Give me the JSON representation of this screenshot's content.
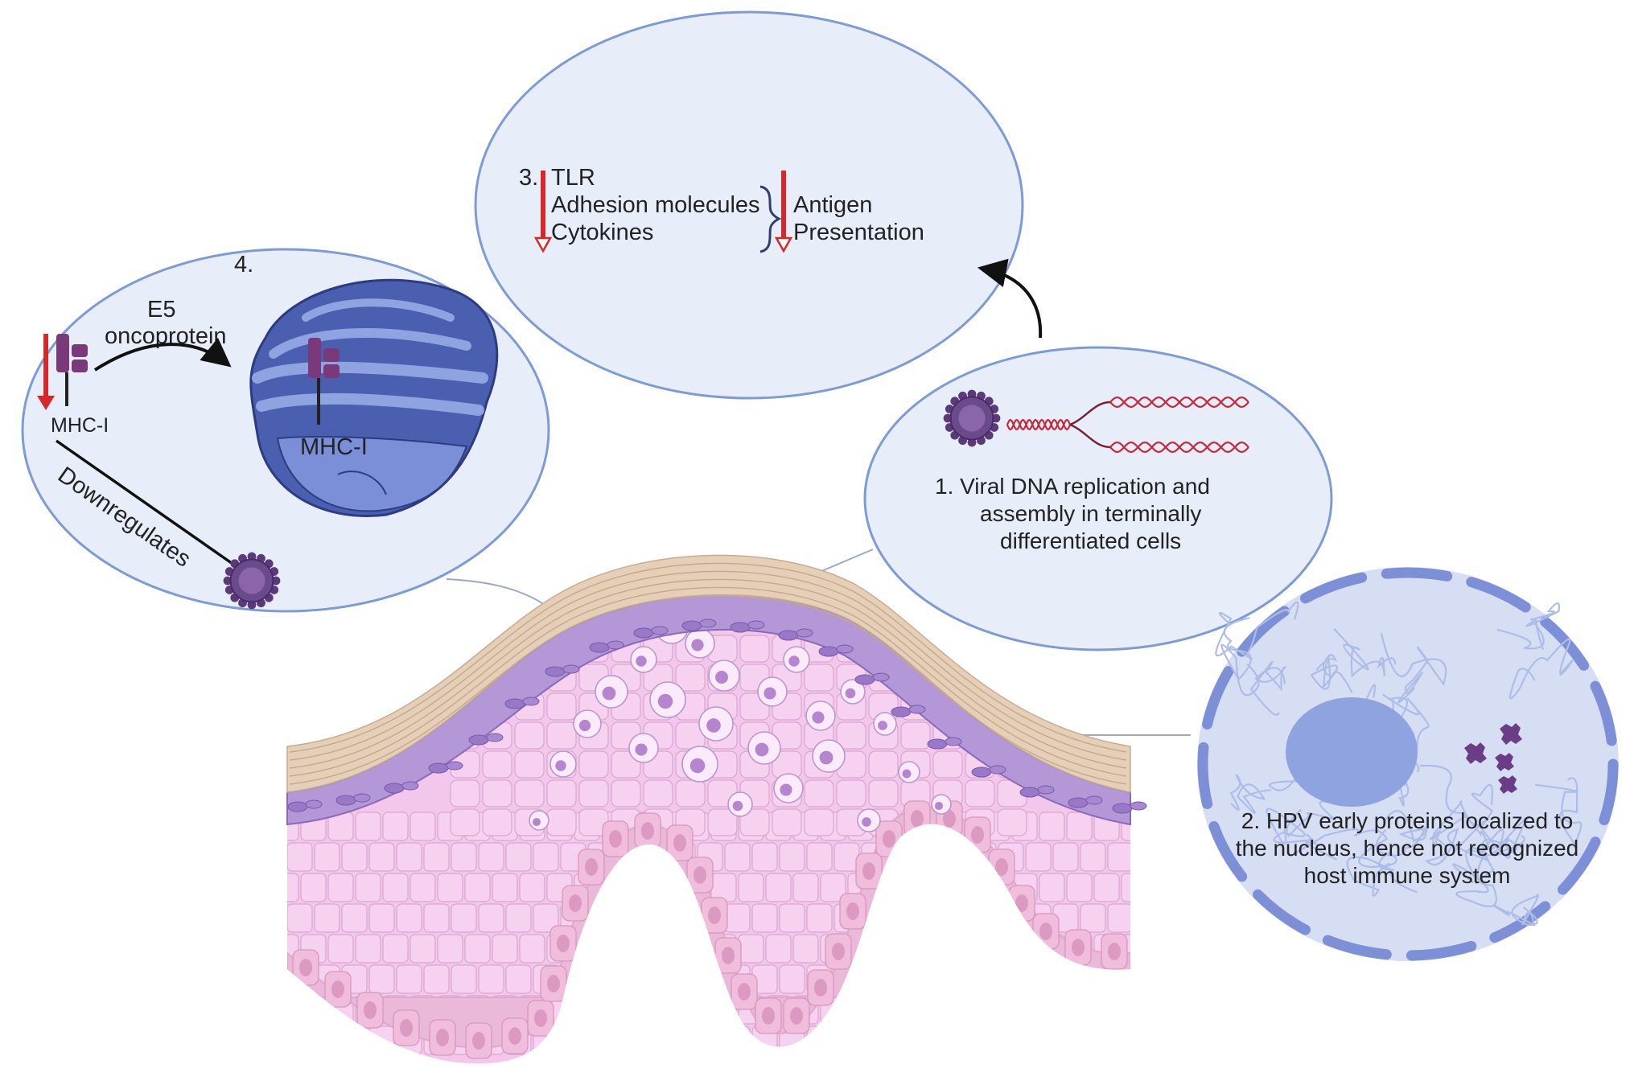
{
  "labels": {
    "step3": {
      "number": "3.",
      "tlr": "TLR",
      "adhesion": "Adhesion molecules",
      "cytokines": "Cytokines",
      "antigen": "Antigen",
      "presentation": "Presentation"
    },
    "step4": {
      "number": "4.",
      "e5": "E5",
      "oncoprotein": "oncoprotein",
      "mhc_left": "MHC-I",
      "mhc_golgi": "MHC-I",
      "downregulates": "Downregulates"
    },
    "step1": {
      "line1": "1.  Viral DNA replication and",
      "line2": "assembly in terminally",
      "line3": "differentiated cells"
    },
    "step2": {
      "line1": "2. HPV early proteins localized to",
      "line2": "the nucleus, hence not recognized",
      "line3": "host immune system"
    }
  },
  "colors": {
    "bubble_fill": "#e8eef9",
    "bubble_stroke": "#7d9bd4",
    "down_arrow": "#d62828",
    "golgi": "#4a5fb0",
    "mhc": "#7a3a7a",
    "virus": "#5b3a7a",
    "dna": "#c42a3a",
    "epithelium": "#f3c6ec",
    "basal": "#eab8d8",
    "purple_layer": "#b497d6",
    "keratin": "#e5cfb8",
    "nucleus_cell": "#d6def3",
    "nucleus": "#8ea3e0"
  }
}
